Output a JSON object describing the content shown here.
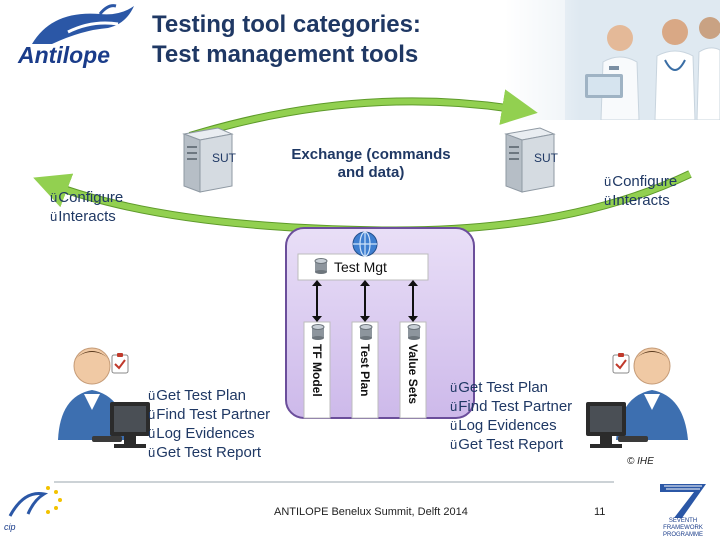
{
  "slide": {
    "title_line1": "Testing tool categories:",
    "title_line2": "Test management tools",
    "logo_text": "Antilope",
    "sut_left": "SUT",
    "sut_right": "SUT",
    "exchange_line1": "Exchange (commands",
    "exchange_line2": "and data)",
    "check_mark": "ü",
    "left_top_list": [
      "Configure",
      "Interacts"
    ],
    "right_top_list": [
      "Configure",
      "Interacts"
    ],
    "test_mgt_label": "Test Mgt",
    "db_labels": [
      "TF Model",
      "Test Plan",
      "Value Sets"
    ],
    "left_bottom_list": [
      "Get Test Plan",
      "Find Test Partner",
      "Log Evidences",
      "Get Test Report"
    ],
    "right_bottom_list": [
      "Get Test Plan",
      "Find Test Partner",
      "Log Evidences",
      "Get Test Report"
    ],
    "copyright": "© IHE",
    "footer": "ANTILOPE Benelux Summit, Delft 2014",
    "page_number": "11",
    "cip_text": "cip",
    "fp7_text": "SEVENTH FRAMEWORK PROGRAMME"
  },
  "colors": {
    "title": "#1f3864",
    "arrow_green": "#92d050",
    "arrow_green_dark": "#5e9a2a",
    "panel_fill": "#d9c9ef",
    "panel_border": "#6b4e9b",
    "text_dark": "#1f3864"
  },
  "icons": [
    "antilope-logo-icon",
    "server-icon",
    "globe-icon",
    "database-icon",
    "user-workstation-icon",
    "clipboard-check-icon",
    "doctors-photo",
    "cip-logo-icon",
    "fp7-logo-icon"
  ]
}
